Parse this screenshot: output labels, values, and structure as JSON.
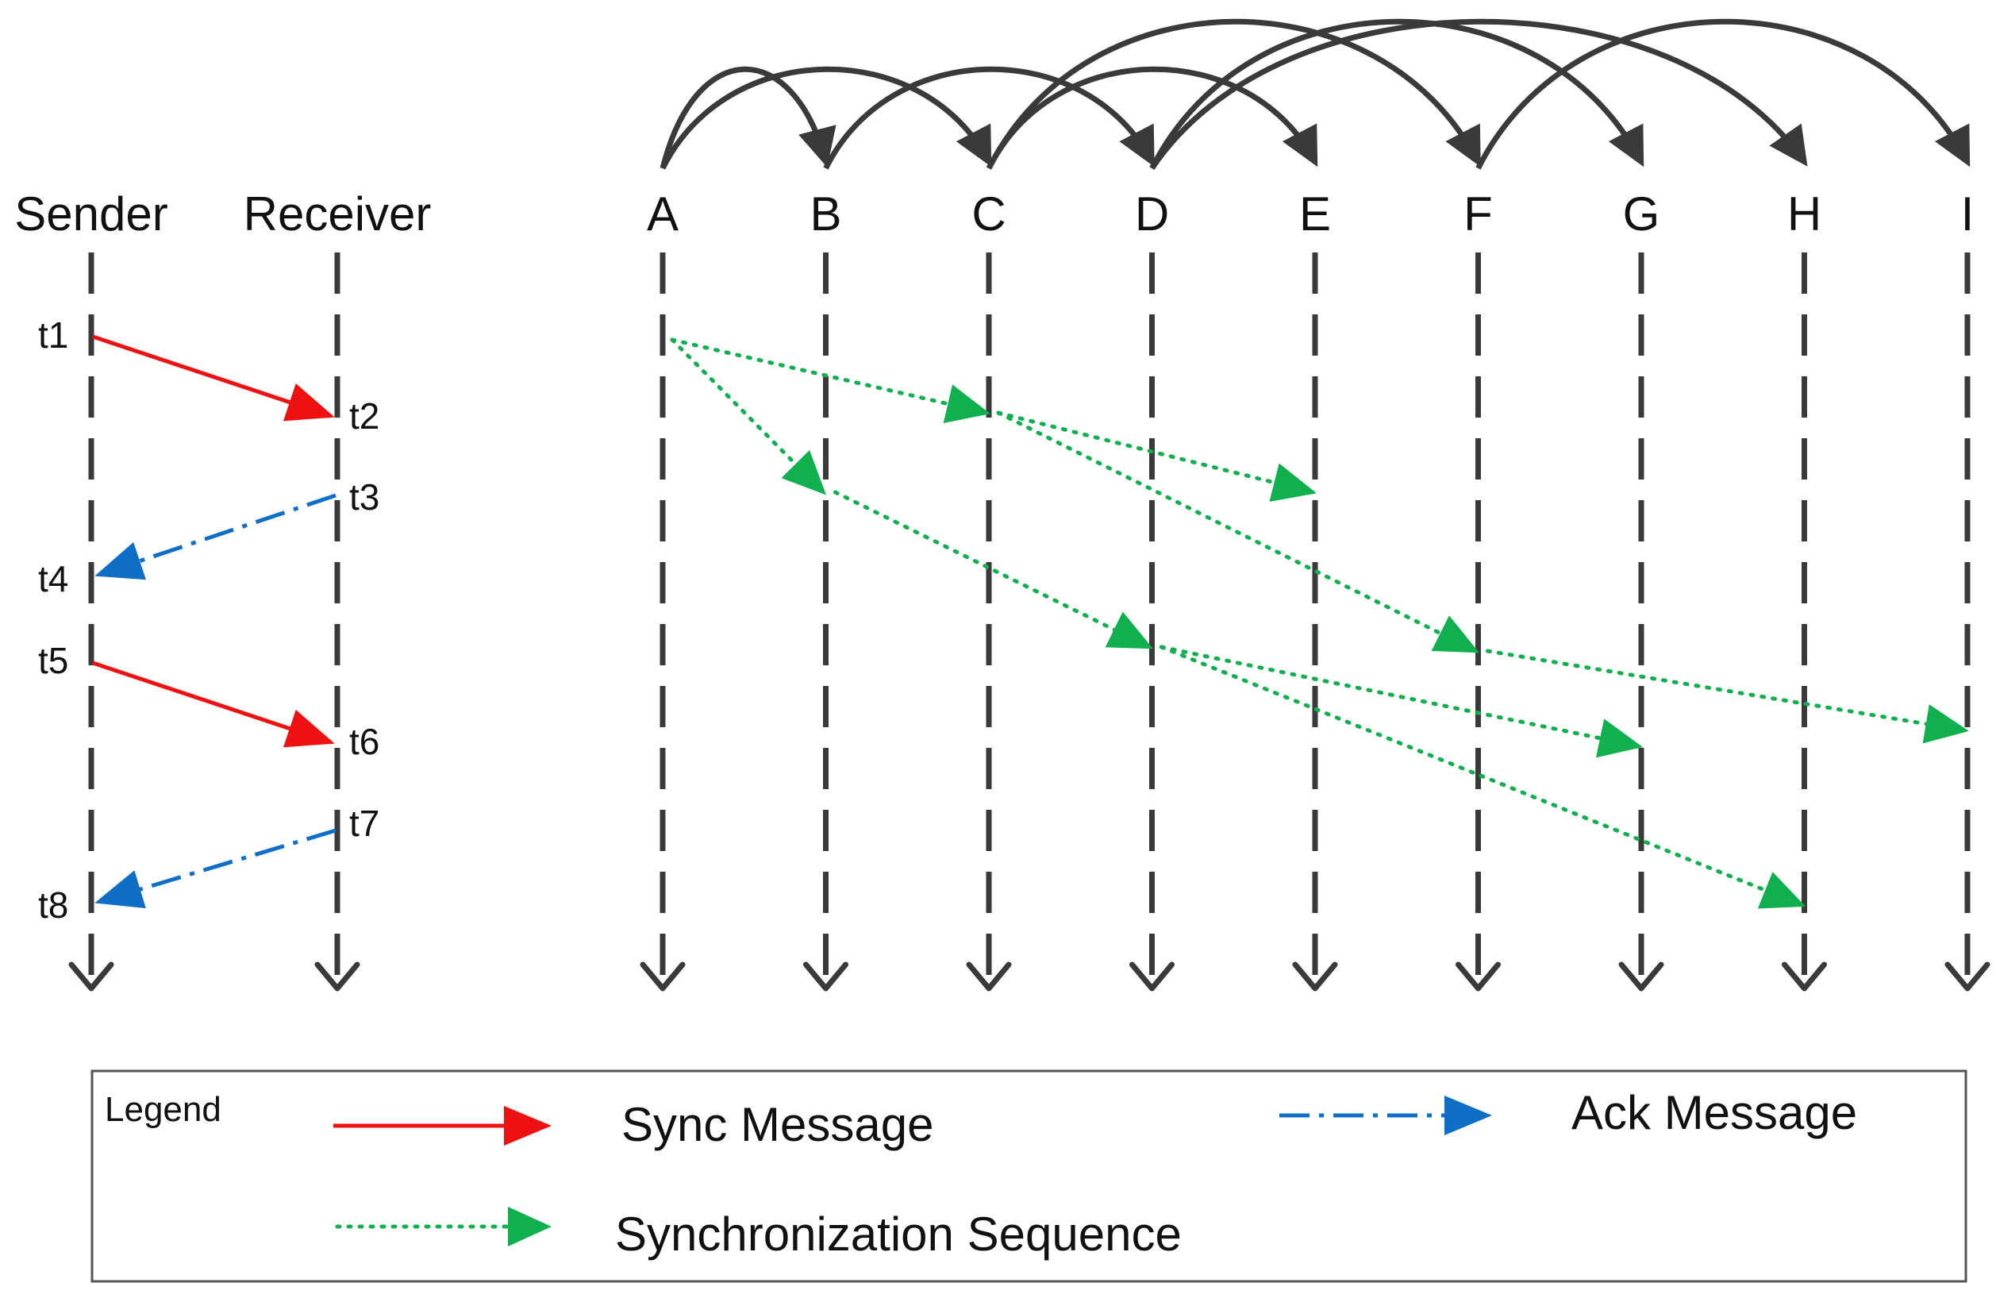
{
  "diagram": {
    "left_panel": {
      "sender_label": "Sender",
      "receiver_label": "Receiver",
      "timestamps": [
        "t1",
        "t2",
        "t3",
        "t4",
        "t5",
        "t6",
        "t7",
        "t8"
      ]
    },
    "nodes": [
      "A",
      "B",
      "C",
      "D",
      "E",
      "F",
      "G",
      "H",
      "I"
    ],
    "topology_arcs": [
      {
        "from": "A",
        "to": "B"
      },
      {
        "from": "A",
        "to": "C"
      },
      {
        "from": "B",
        "to": "D"
      },
      {
        "from": "C",
        "to": "E"
      },
      {
        "from": "C",
        "to": "F"
      },
      {
        "from": "D",
        "to": "G"
      },
      {
        "from": "D",
        "to": "H"
      },
      {
        "from": "F",
        "to": "I"
      }
    ],
    "sync_sequence": [
      {
        "from": "A",
        "to": "B"
      },
      {
        "from": "A",
        "to": "C"
      },
      {
        "from": "C",
        "to": "E"
      },
      {
        "from": "C",
        "to": "F"
      },
      {
        "from": "B",
        "to": "D"
      },
      {
        "from": "D",
        "to": "G"
      },
      {
        "from": "D",
        "to": "H"
      },
      {
        "from": "F",
        "to": "I"
      }
    ]
  },
  "legend": {
    "title": "Legend",
    "sync_message": "Sync Message",
    "ack_message": "Ack Message",
    "sync_sequence": "Synchronization Sequence"
  },
  "colors": {
    "sync_red": "#ee1111",
    "ack_blue": "#0f6fc6",
    "sequence_green": "#11b04f",
    "line_gray": "#3a3a3a",
    "text": "#111111"
  }
}
